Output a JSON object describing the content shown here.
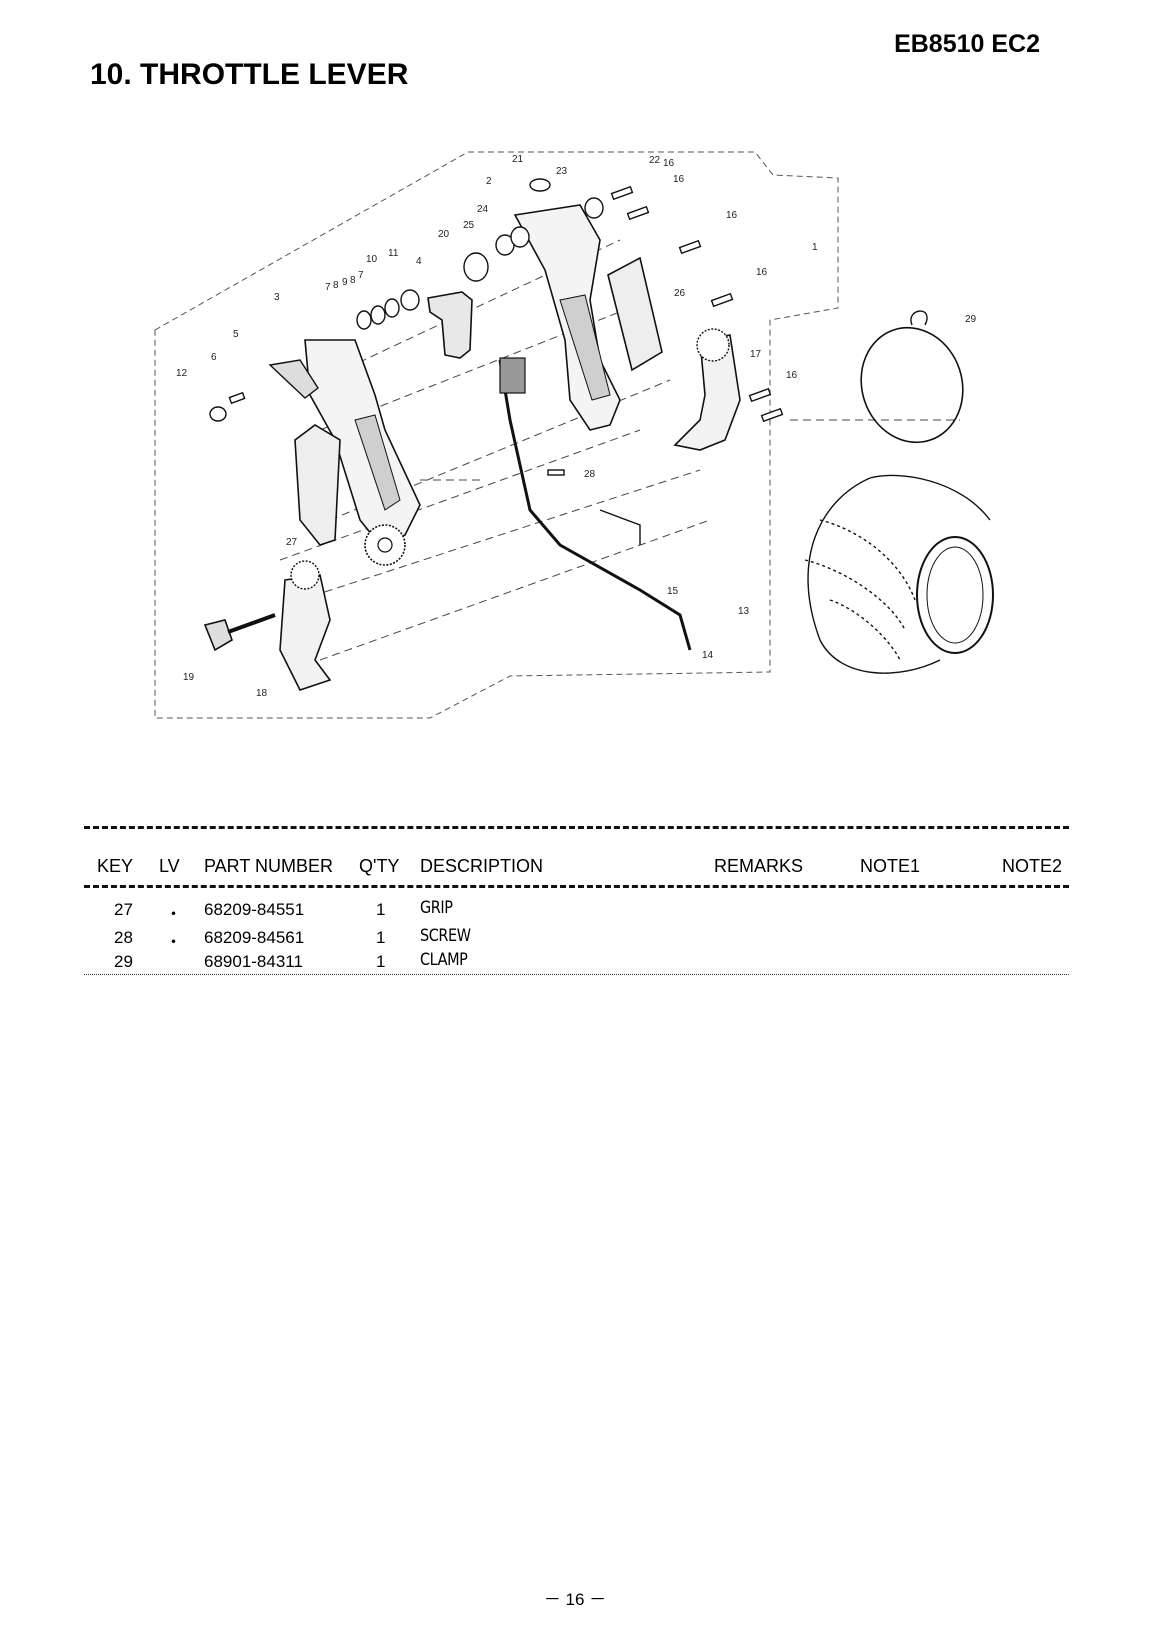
{
  "header": {
    "model": "EB8510 EC2",
    "title": "10. THROTTLE LEVER"
  },
  "diagram": {
    "callouts": [
      "1",
      "2",
      "3",
      "4",
      "5",
      "6",
      "7",
      "8",
      "9",
      "8",
      "10",
      "11",
      "12",
      "13",
      "14",
      "15",
      "16",
      "16",
      "16",
      "16",
      "16",
      "17",
      "18",
      "19",
      "20",
      "21",
      "22",
      "23",
      "24",
      "25",
      "26",
      "27",
      "28",
      "29",
      "7"
    ]
  },
  "table": {
    "headers": {
      "key": "KEY",
      "lv": "LV",
      "part_number": "PART NUMBER",
      "qty": "Q'TY",
      "description": "DESCRIPTION",
      "remarks": "REMARKS",
      "note1": "NOTE1",
      "note2": "NOTE2"
    },
    "rows": [
      {
        "key": "27",
        "lv": "・",
        "part_number": "68209-84551",
        "qty": "1",
        "description": "GRIP"
      },
      {
        "key": "28",
        "lv": "・",
        "part_number": "68209-84561",
        "qty": "1",
        "description": "SCREW"
      },
      {
        "key": "29",
        "lv": "",
        "part_number": "68901-84311",
        "qty": "1",
        "description": "CLAMP"
      }
    ]
  },
  "footer": {
    "page": "－ 16 －"
  }
}
